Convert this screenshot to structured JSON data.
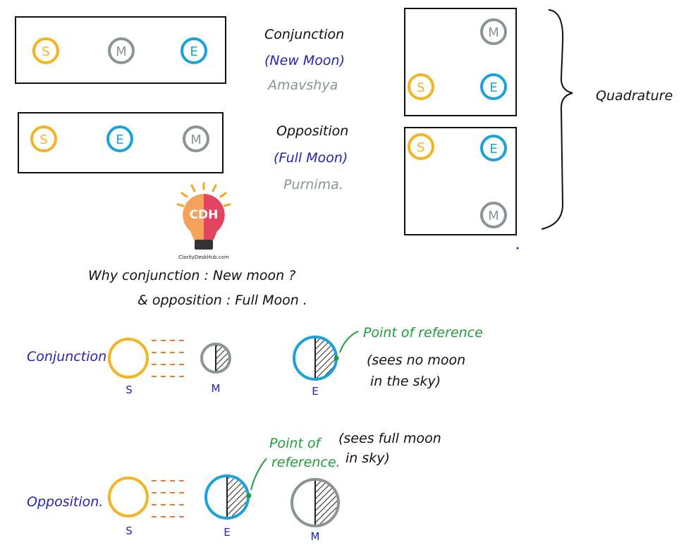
{
  "colors": {
    "sun": "#F5B324",
    "moon": "#8A9396",
    "earth": "#1BA1DB",
    "note_blue": "#2323B8",
    "note_gray": "#8A9396",
    "note_green": "#1E9E3A",
    "rays": "#F07A2A"
  },
  "top": {
    "conjunction": {
      "title": "Conjunction",
      "subtitle": "(New Moon)",
      "hindi": "Amavshya",
      "bodies": [
        "S",
        "M",
        "E"
      ]
    },
    "opposition": {
      "title": "Opposition",
      "subtitle": "(Full Moon)",
      "hindi": "Purnima.",
      "bodies": [
        "S",
        "E",
        "M"
      ]
    },
    "quadrature": {
      "label": "Quadrature",
      "box1": {
        "m": "M",
        "s": "S",
        "e": "E"
      },
      "box2": {
        "s": "S",
        "e": "E",
        "m": "M"
      }
    }
  },
  "logo": {
    "initials": "CDH",
    "site": "ClarityDeskHub.com"
  },
  "question": {
    "line1": "Why conjunction : New moon ?",
    "line2": "& opposition : Full Moon ."
  },
  "conjunction_diagram": {
    "label": "Conjunction",
    "s": "S",
    "m": "M",
    "e": "E",
    "ref": "Point of reference",
    "note1": "(sees no moon",
    "note2": "in the sky)"
  },
  "opposition_diagram": {
    "label": "Opposition.",
    "s": "S",
    "e": "E",
    "m": "M",
    "ref1": "Point of",
    "ref2": "reference.",
    "note1": "(sees full moon",
    "note2": "in sky)"
  }
}
